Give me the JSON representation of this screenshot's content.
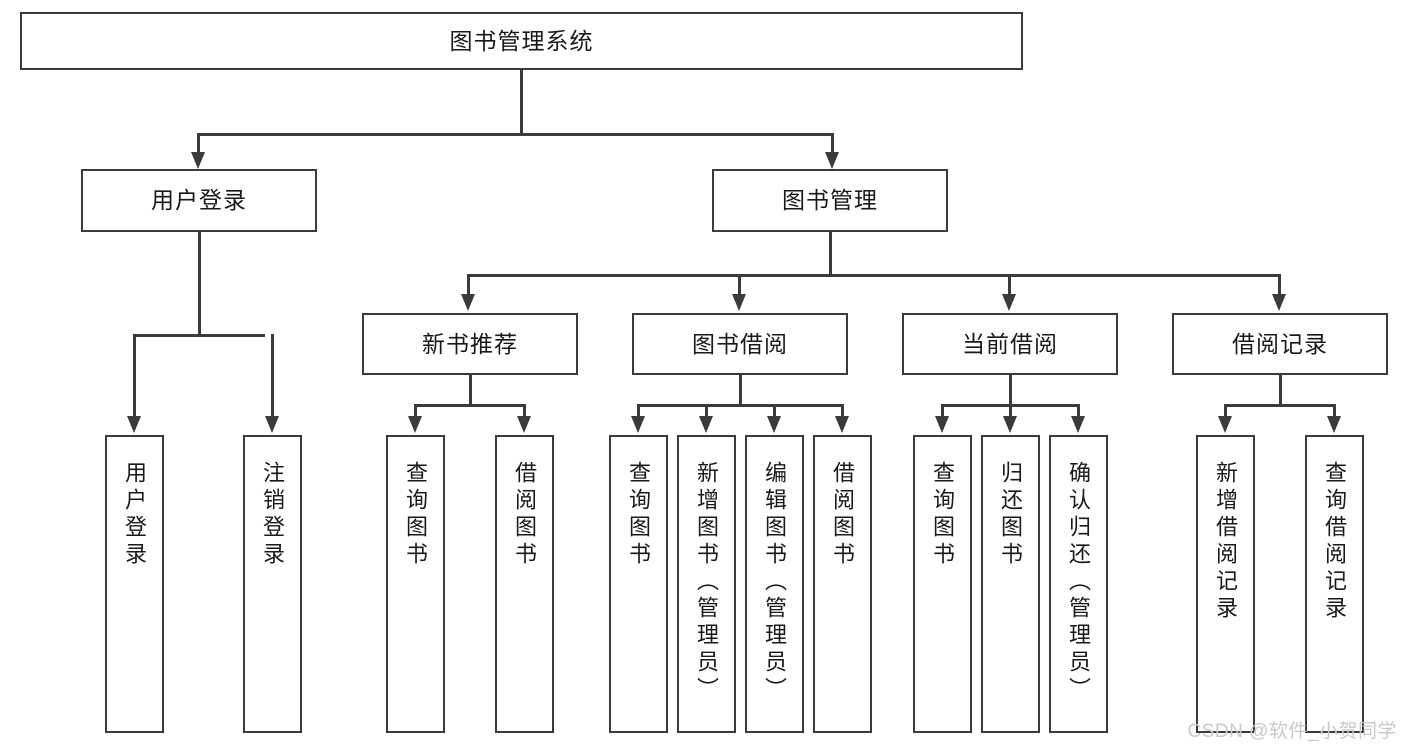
{
  "diagram": {
    "title": "图书管理系统",
    "type": "tree-hierarchy-chart",
    "root": {
      "label": "图书管理系统"
    },
    "level2": [
      {
        "label": "用户登录"
      },
      {
        "label": "图书管理"
      }
    ],
    "level3": [
      {
        "label": "新书推荐"
      },
      {
        "label": "图书借阅"
      },
      {
        "label": "当前借阅"
      },
      {
        "label": "借阅记录"
      }
    ],
    "leaves": {
      "user_login": [
        {
          "label": "用户登录"
        },
        {
          "label": "注销登录"
        }
      ],
      "new_book_recommend": [
        {
          "label": "查询图书"
        },
        {
          "label": "借阅图书"
        }
      ],
      "book_borrow": [
        {
          "label": "查询图书"
        },
        {
          "label": "新增图书（管理员）"
        },
        {
          "label": "编辑图书（管理员）"
        },
        {
          "label": "借阅图书"
        }
      ],
      "current_borrow": [
        {
          "label": "查询图书"
        },
        {
          "label": "归还图书"
        },
        {
          "label": "确认归还（管理员）"
        }
      ],
      "borrow_record": [
        {
          "label": "新增借阅记录"
        },
        {
          "label": "查询借阅记录"
        }
      ]
    }
  },
  "watermark": {
    "text": "CSDN @软件_小贺同学"
  },
  "colors": {
    "stroke": "#3b3b3b",
    "text": "#1a1a1a",
    "background": "#ffffff",
    "watermark": "#c9c9c9"
  }
}
